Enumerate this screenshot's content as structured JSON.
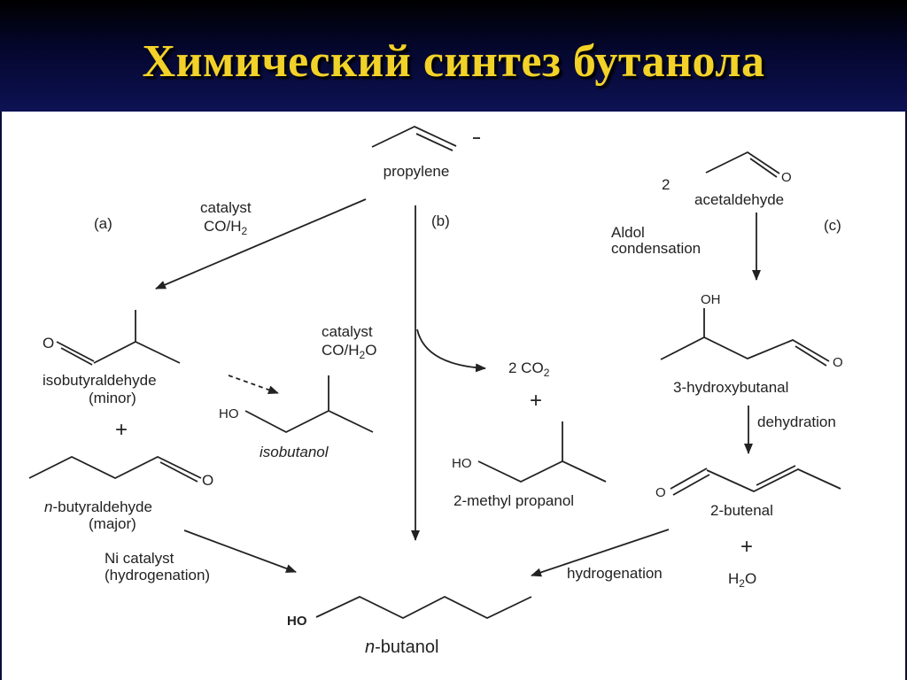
{
  "slide": {
    "title": "Химический синтез бутанола"
  },
  "labels": {
    "propylene": "propylene",
    "route_a": "(a)",
    "route_b": "(b)",
    "route_c": "(c)",
    "catalyst_a_1": "catalyst",
    "catalyst_a_2": "CO/H",
    "catalyst_a_2_sub": "2",
    "isobutyraldehyde": "isobutyraldehyde",
    "minor": "(minor)",
    "plus_1": "+",
    "n_butyraldehyde_prefix": "n",
    "n_butyraldehyde_rest": "-butyraldehyde",
    "major": "(major)",
    "ni_catalyst": "Ni catalyst",
    "hydrogenation_paren": "(hydrogenation)",
    "catalyst_b_1": "catalyst",
    "catalyst_b_2a": "CO/H",
    "catalyst_b_2_sub": "2",
    "catalyst_b_2b": "O",
    "isobutanol": "isobutanol",
    "ho": "HO",
    "co2_a": "2 CO",
    "co2_sub": "2",
    "plus_2": "+",
    "methyl_propanol": "2-methyl propanol",
    "two": "2",
    "acetaldehyde": "acetaldehyde",
    "aldol_1": "Aldol",
    "aldol_2": "condensation",
    "oh": "OH",
    "hydroxybutanal": "3-hydroxybutanal",
    "dehydration": "dehydration",
    "butenal": "2-butenal",
    "plus_3": "+",
    "h2o_h": "H",
    "h2o_sub": "2",
    "h2o_o": "O",
    "hydrogenation": "hydrogenation",
    "o_atom": "O",
    "n_butanol_prefix": "n",
    "n_butanol_rest": "-butanol"
  },
  "colors": {
    "title": "#f2d228",
    "background": "#0a0d3a",
    "panel": "#ffffff",
    "ink": "#222222"
  }
}
